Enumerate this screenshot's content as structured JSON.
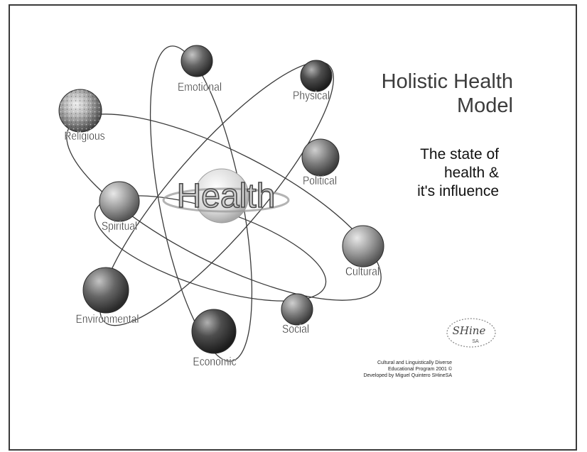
{
  "title": {
    "line1": "Holistic Health",
    "line2": "Model"
  },
  "subtitle": {
    "line1": "The state of",
    "line2": "health &",
    "line3": "it's influence"
  },
  "center_label": "Health",
  "nodes": [
    {
      "key": "emotional",
      "label": "Emotional",
      "shade": "dark"
    },
    {
      "key": "physical",
      "label": "Physical",
      "shade": "darker"
    },
    {
      "key": "religious",
      "label": "Religious",
      "shade": "speckled"
    },
    {
      "key": "political",
      "label": "Political",
      "shade": "mid"
    },
    {
      "key": "spiritual",
      "label": "Spiritual",
      "shade": "light"
    },
    {
      "key": "cultural",
      "label": "Cultural",
      "shade": "light"
    },
    {
      "key": "environmental",
      "label": "Environmental",
      "shade": "dark"
    },
    {
      "key": "social",
      "label": "Social",
      "shade": "mid"
    },
    {
      "key": "economic",
      "label": "Economic",
      "shade": "darker"
    }
  ],
  "logo": {
    "text": "SHine",
    "subtext": "SA"
  },
  "credits": {
    "line1": "Cultural and Linguistically Diverse",
    "line2": "Educational Program 2001 ©",
    "line3": "Developed by Miguel Quintero SHineSA"
  },
  "colors": {
    "line": "#3a3a3a",
    "title": "#3c3c3c",
    "label": "#2e2e2e"
  }
}
